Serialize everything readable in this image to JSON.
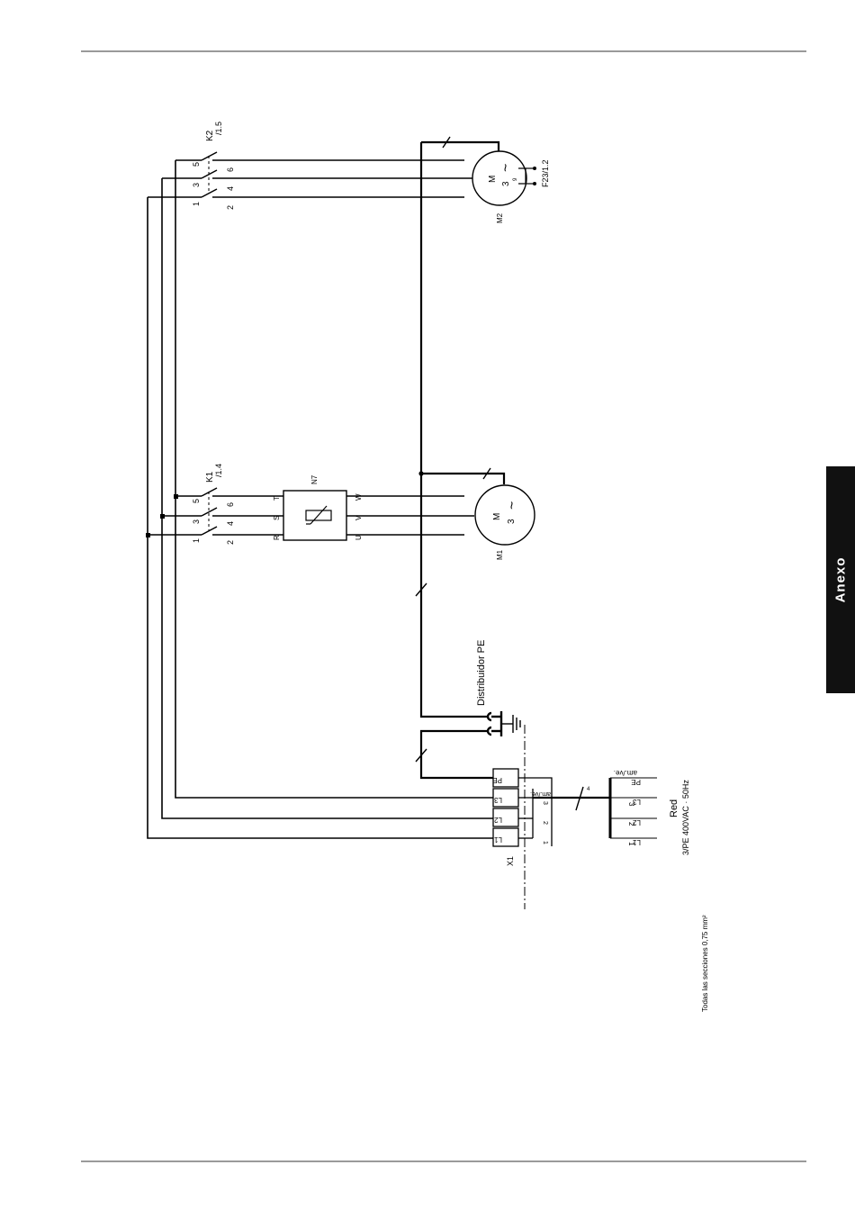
{
  "side_tab": {
    "label": "Anexo"
  },
  "diagram": {
    "k2": {
      "name": "K2",
      "ref": "/1.5",
      "terms_top": [
        "5",
        "3",
        "1"
      ],
      "terms_bottom": [
        "6",
        "4",
        "2"
      ]
    },
    "k1": {
      "name": "K1",
      "ref": "/1.4",
      "terms_top": [
        "5",
        "3",
        "1"
      ],
      "terms_bottom": [
        "6",
        "4",
        "2"
      ]
    },
    "m2": {
      "name": "M2",
      "symbol": "M",
      "phase": "3",
      "tilde": "~",
      "thermo_ref": "F23/1.2",
      "thermo_mark": "9"
    },
    "m1": {
      "name": "M1",
      "symbol": "M",
      "phase": "3",
      "tilde": "~"
    },
    "n7": {
      "name": "N7",
      "inputs": [
        "T",
        "S",
        "R"
      ],
      "outputs": [
        "W",
        "V",
        "U"
      ]
    },
    "pe_distributor": {
      "label": "Distribuidor PE"
    },
    "x1": {
      "name": "X1",
      "terminals": [
        "PE",
        "L3",
        "L2",
        "L1"
      ],
      "field_numbers": [
        "3",
        "2",
        "1"
      ],
      "wire_color": "am./ve."
    },
    "supply": {
      "label": "Red",
      "spec": "3/PE 400VAC · 50Hz",
      "terminals": [
        "PE",
        "L3",
        "L2",
        "L1"
      ],
      "numbers": [
        "3",
        "2",
        "1"
      ],
      "wire_color": "am./ve.",
      "wire_count": "4"
    },
    "note": "Todas las secciones 0,75 mm²"
  }
}
